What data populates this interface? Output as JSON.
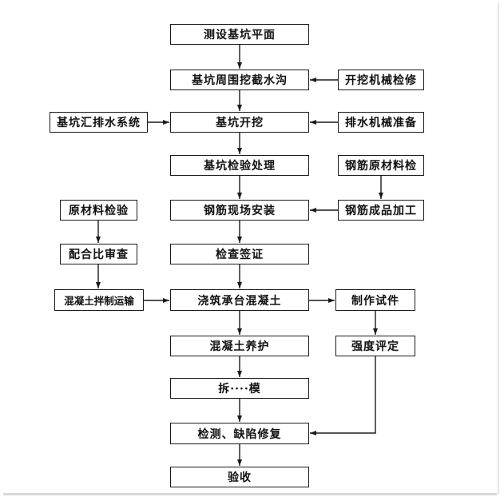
{
  "nodes": {
    "survey": "测设基坑平面",
    "ditch": "基坑周围挖截水沟",
    "drainage_system": "基坑汇排水系统",
    "excavation": "基坑开挖",
    "excavator_maintenance": "开挖机械检修",
    "drainage_prep": "排水机械准备",
    "pit_inspection": "基坑检验处理",
    "rebar_raw_inspection": "钢筋原材料检",
    "rebar_install": "钢筋现场安装",
    "rebar_processing": "钢筋成品加工",
    "raw_material_inspection": "原材料检验",
    "check_visa": "检查签证",
    "mix_ratio_review": "配合比审查",
    "concrete_mixing": "混凝土拌制运输",
    "pour_concrete": "浇筑承台混凝土",
    "test_piece": "制作试件",
    "curing": "混凝土养护",
    "strength_eval": "强度评定",
    "remove_formwork": "拆····模",
    "defect_repair": "检测、缺陷修复",
    "acceptance": "验收"
  },
  "colors": {
    "line": "#1a1a1a",
    "box_border": "#1a1a1a",
    "background": "#ffffff"
  }
}
